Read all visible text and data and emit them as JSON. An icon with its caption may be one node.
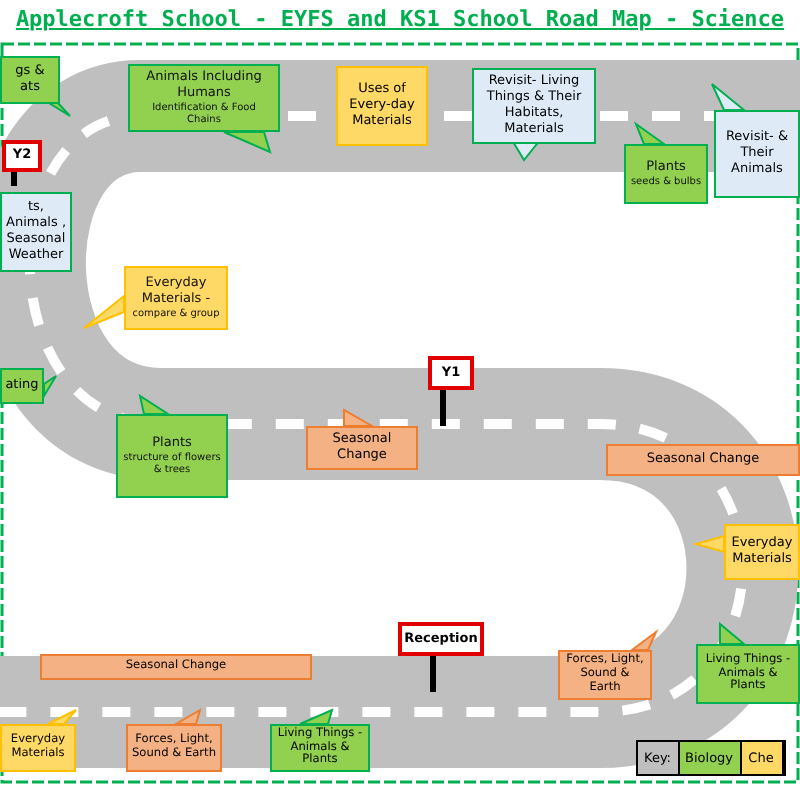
{
  "diagram": {
    "title": "Applecroft School - EYFS and KS1 School Road Map - Science",
    "nodes": [
      {
        "text": [
          "gs & ats"
        ]
      },
      {
        "text": [
          "Animals Including Humans",
          "Identification & Food Chains"
        ]
      },
      {
        "text": [
          "Uses of Every-day Materials"
        ]
      },
      {
        "text": [
          "Revisit- Living Things & Their Habitats, Materials"
        ]
      },
      {
        "text": [
          "Plants",
          "seeds & bulbs"
        ]
      },
      {
        "text": [
          "Revisit- & Their Animals"
        ]
      },
      {
        "text": [
          "Y2"
        ]
      },
      {
        "text": [
          "ts, Animals , Seasonal Weather"
        ]
      },
      {
        "text": [
          "Everyday Materials -",
          "compare & group"
        ]
      },
      {
        "text": [
          "ating"
        ]
      },
      {
        "text": [
          "Plants",
          "structure of flowers & trees"
        ]
      },
      {
        "text": [
          "Seasonal Change"
        ]
      },
      {
        "text": [
          "Y1"
        ]
      },
      {
        "text": [
          "Seasonal Change"
        ]
      },
      {
        "text": [
          "Everyday Materials"
        ]
      },
      {
        "text": [
          "Reception"
        ]
      },
      {
        "text": [
          "Seasonal Change"
        ]
      },
      {
        "text": [
          "Everyday Materials"
        ]
      },
      {
        "text": [
          "Forces, Light, Sound & Earth"
        ]
      },
      {
        "text": [
          "Living Things - Animals & Plants"
        ]
      },
      {
        "text": [
          "Forces, Light, Sound & Earth"
        ]
      },
      {
        "text": [
          "Living Things - Animals & Plants"
        ]
      }
    ],
    "labels": [
      "Key:"
    ],
    "legend": [
      {
        "text": "Biology",
        "color": "#92d050"
      },
      {
        "text": "Che",
        "color": "#ffd966"
      }
    ]
  }
}
